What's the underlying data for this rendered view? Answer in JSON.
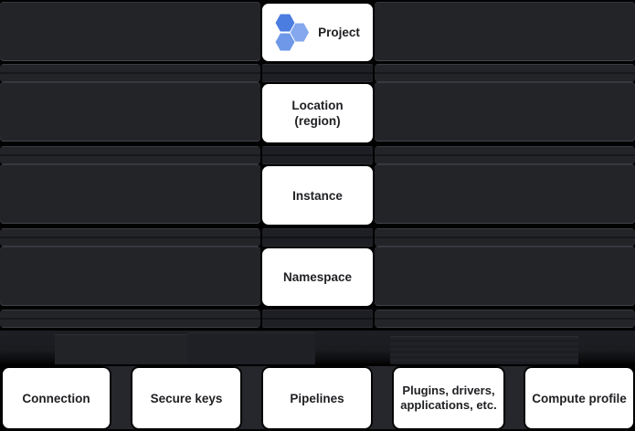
{
  "colors": {
    "background": "#000000",
    "row_band": "#232428",
    "node_background": "#ffffff",
    "node_text": "#202124",
    "hexagon_primary": "#4b7ce0",
    "hexagon_light": "#84a7ee",
    "hexagon_medium": "#6f99e8"
  },
  "hierarchy": {
    "project": {
      "label": "Project",
      "icon": "data-fusion-hexagons-icon"
    },
    "location": {
      "line1": "Location",
      "line2": "(region)"
    },
    "instance": {
      "label": "Instance"
    },
    "namespace": {
      "label": "Namespace"
    },
    "namespace_children": [
      {
        "label": "Connection"
      },
      {
        "label": "Secure keys"
      },
      {
        "label": "Pipelines"
      },
      {
        "line1": "Plugins, drivers,",
        "line2": "applications, etc."
      },
      {
        "label": "Compute profile"
      }
    ]
  }
}
